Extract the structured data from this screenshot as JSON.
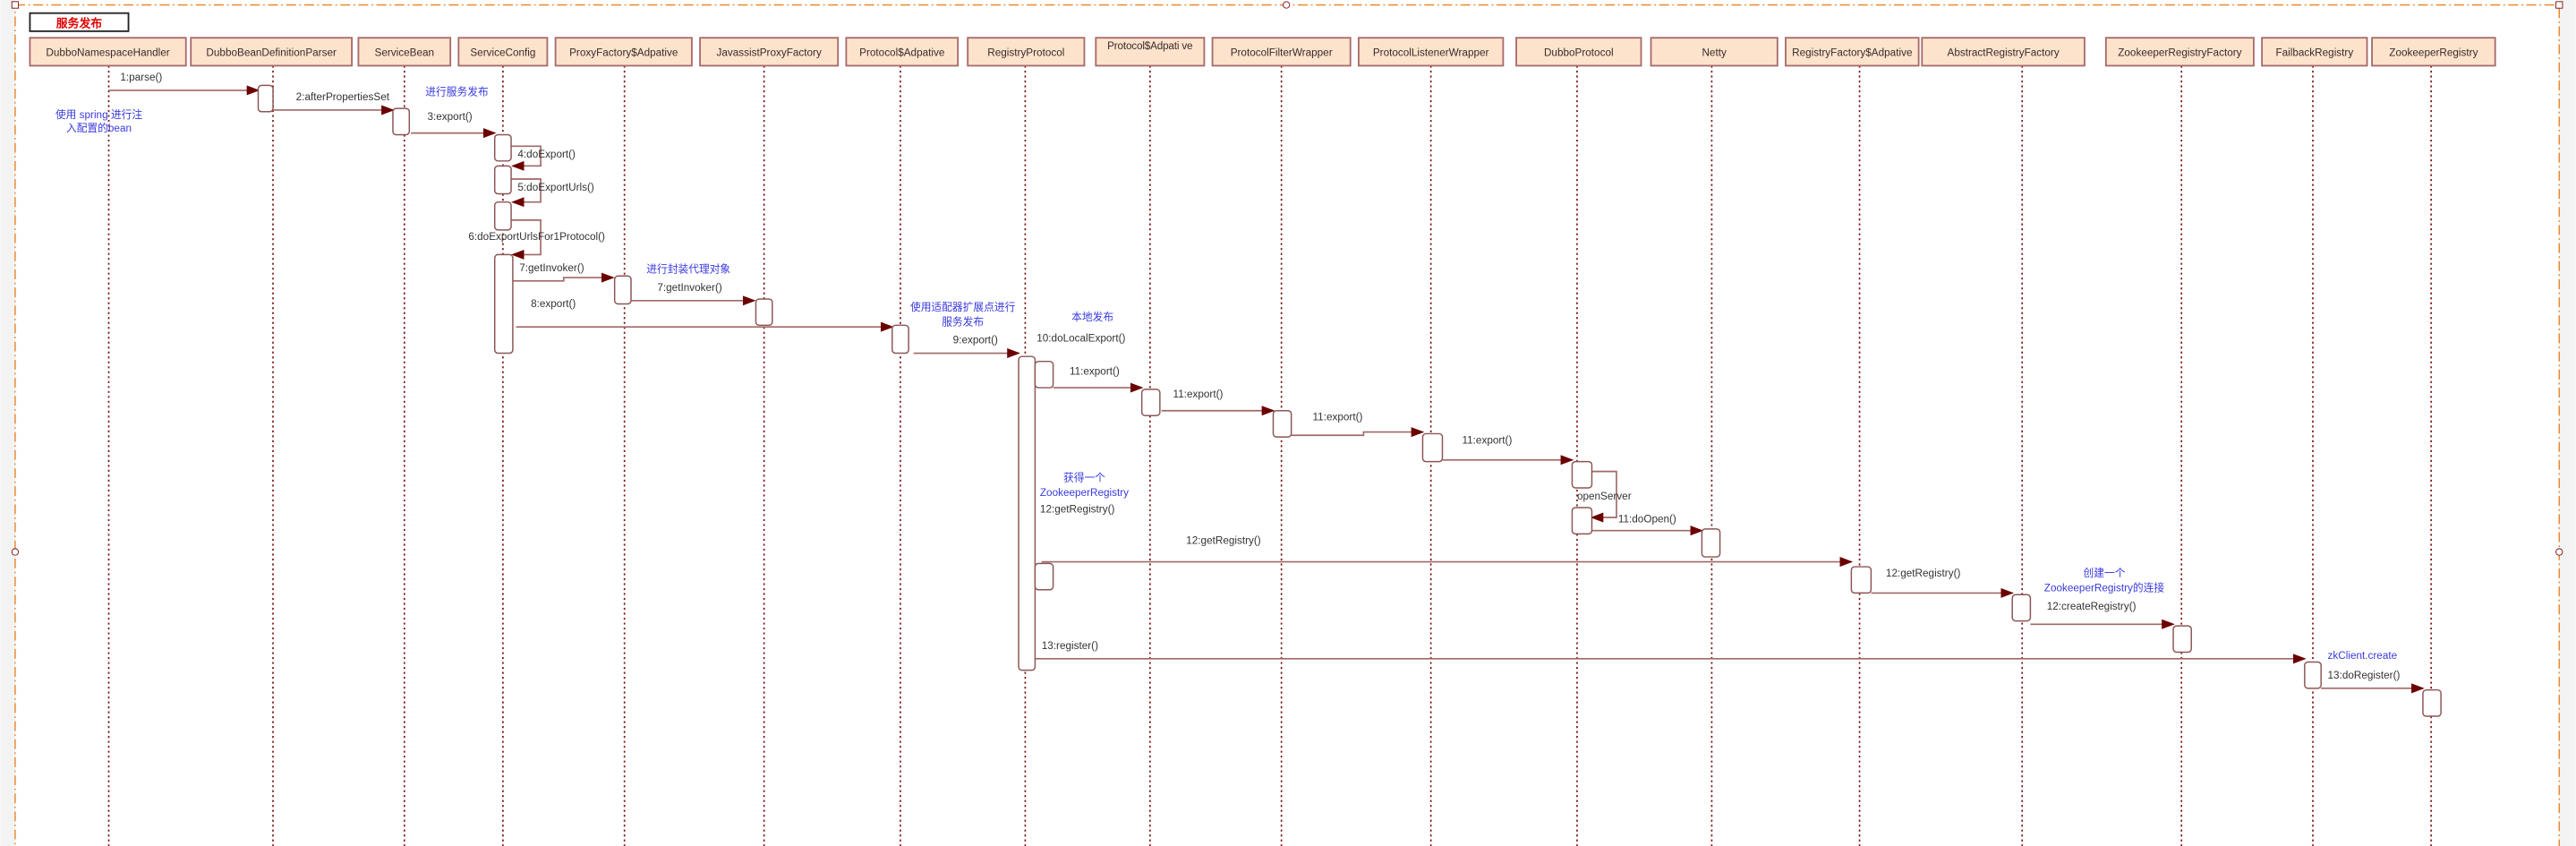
{
  "title": "服务发布",
  "participants": [
    "DubboNamespaceHandler",
    "DubboBeanDefinitionParser",
    "ServiceBean",
    "ServiceConfig",
    "ProxyFactory$Adpative",
    "JavassistProxyFactory",
    "Protocol$Adpative",
    "RegistryProtocol",
    "Protocol$Adpati ve",
    "ProtocolFilterWrapper",
    "ProtocolListenerWrapper",
    "DubboProtocol",
    "Netty",
    "RegistryFactory$Adpative",
    "AbstractRegistryFactory",
    "ZookeeperRegistryFactory",
    "FailbackRegistry",
    "ZookeeperRegistry"
  ],
  "messages": [
    "1:parse()",
    "2:afterPropertiesSet",
    "3:export()",
    "4:doExport()",
    "5:doExportUrls()",
    "6:doExportUrlsFor1Protocol()",
    "7:getInvoker()",
    "7:getInvoker()",
    "8:export()",
    "9:export()",
    "10:doLocalExport()",
    "11:export()",
    "11:export()",
    "11:export()",
    "11:export()",
    "openServer",
    "11:doOpen()",
    "12:getRegistry()",
    "12:getRegistry()",
    "12:getRegistry()",
    "12:createRegistry()",
    "13:register()",
    "13:doRegister()"
  ],
  "notes": [
    "使用 spring 进行注",
    "入配置的bean",
    "进行服务发布",
    "进行封装代理对象",
    "使用适配器扩展点进行",
    "服务发布",
    "本地发布",
    "获得一个",
    "ZookeeperRegistry",
    "创建一个",
    "ZookeeperRegistry的连接",
    "zkClient.create"
  ],
  "colors": {
    "frame": "#e8892e",
    "lifeline": "#7a1010",
    "message": "#a06868",
    "arrowhead": "#6b0000",
    "header_fill": "#fde3cc",
    "header_stroke": "#a86a6a",
    "note": "#3a3adf",
    "title": "#e00000"
  }
}
